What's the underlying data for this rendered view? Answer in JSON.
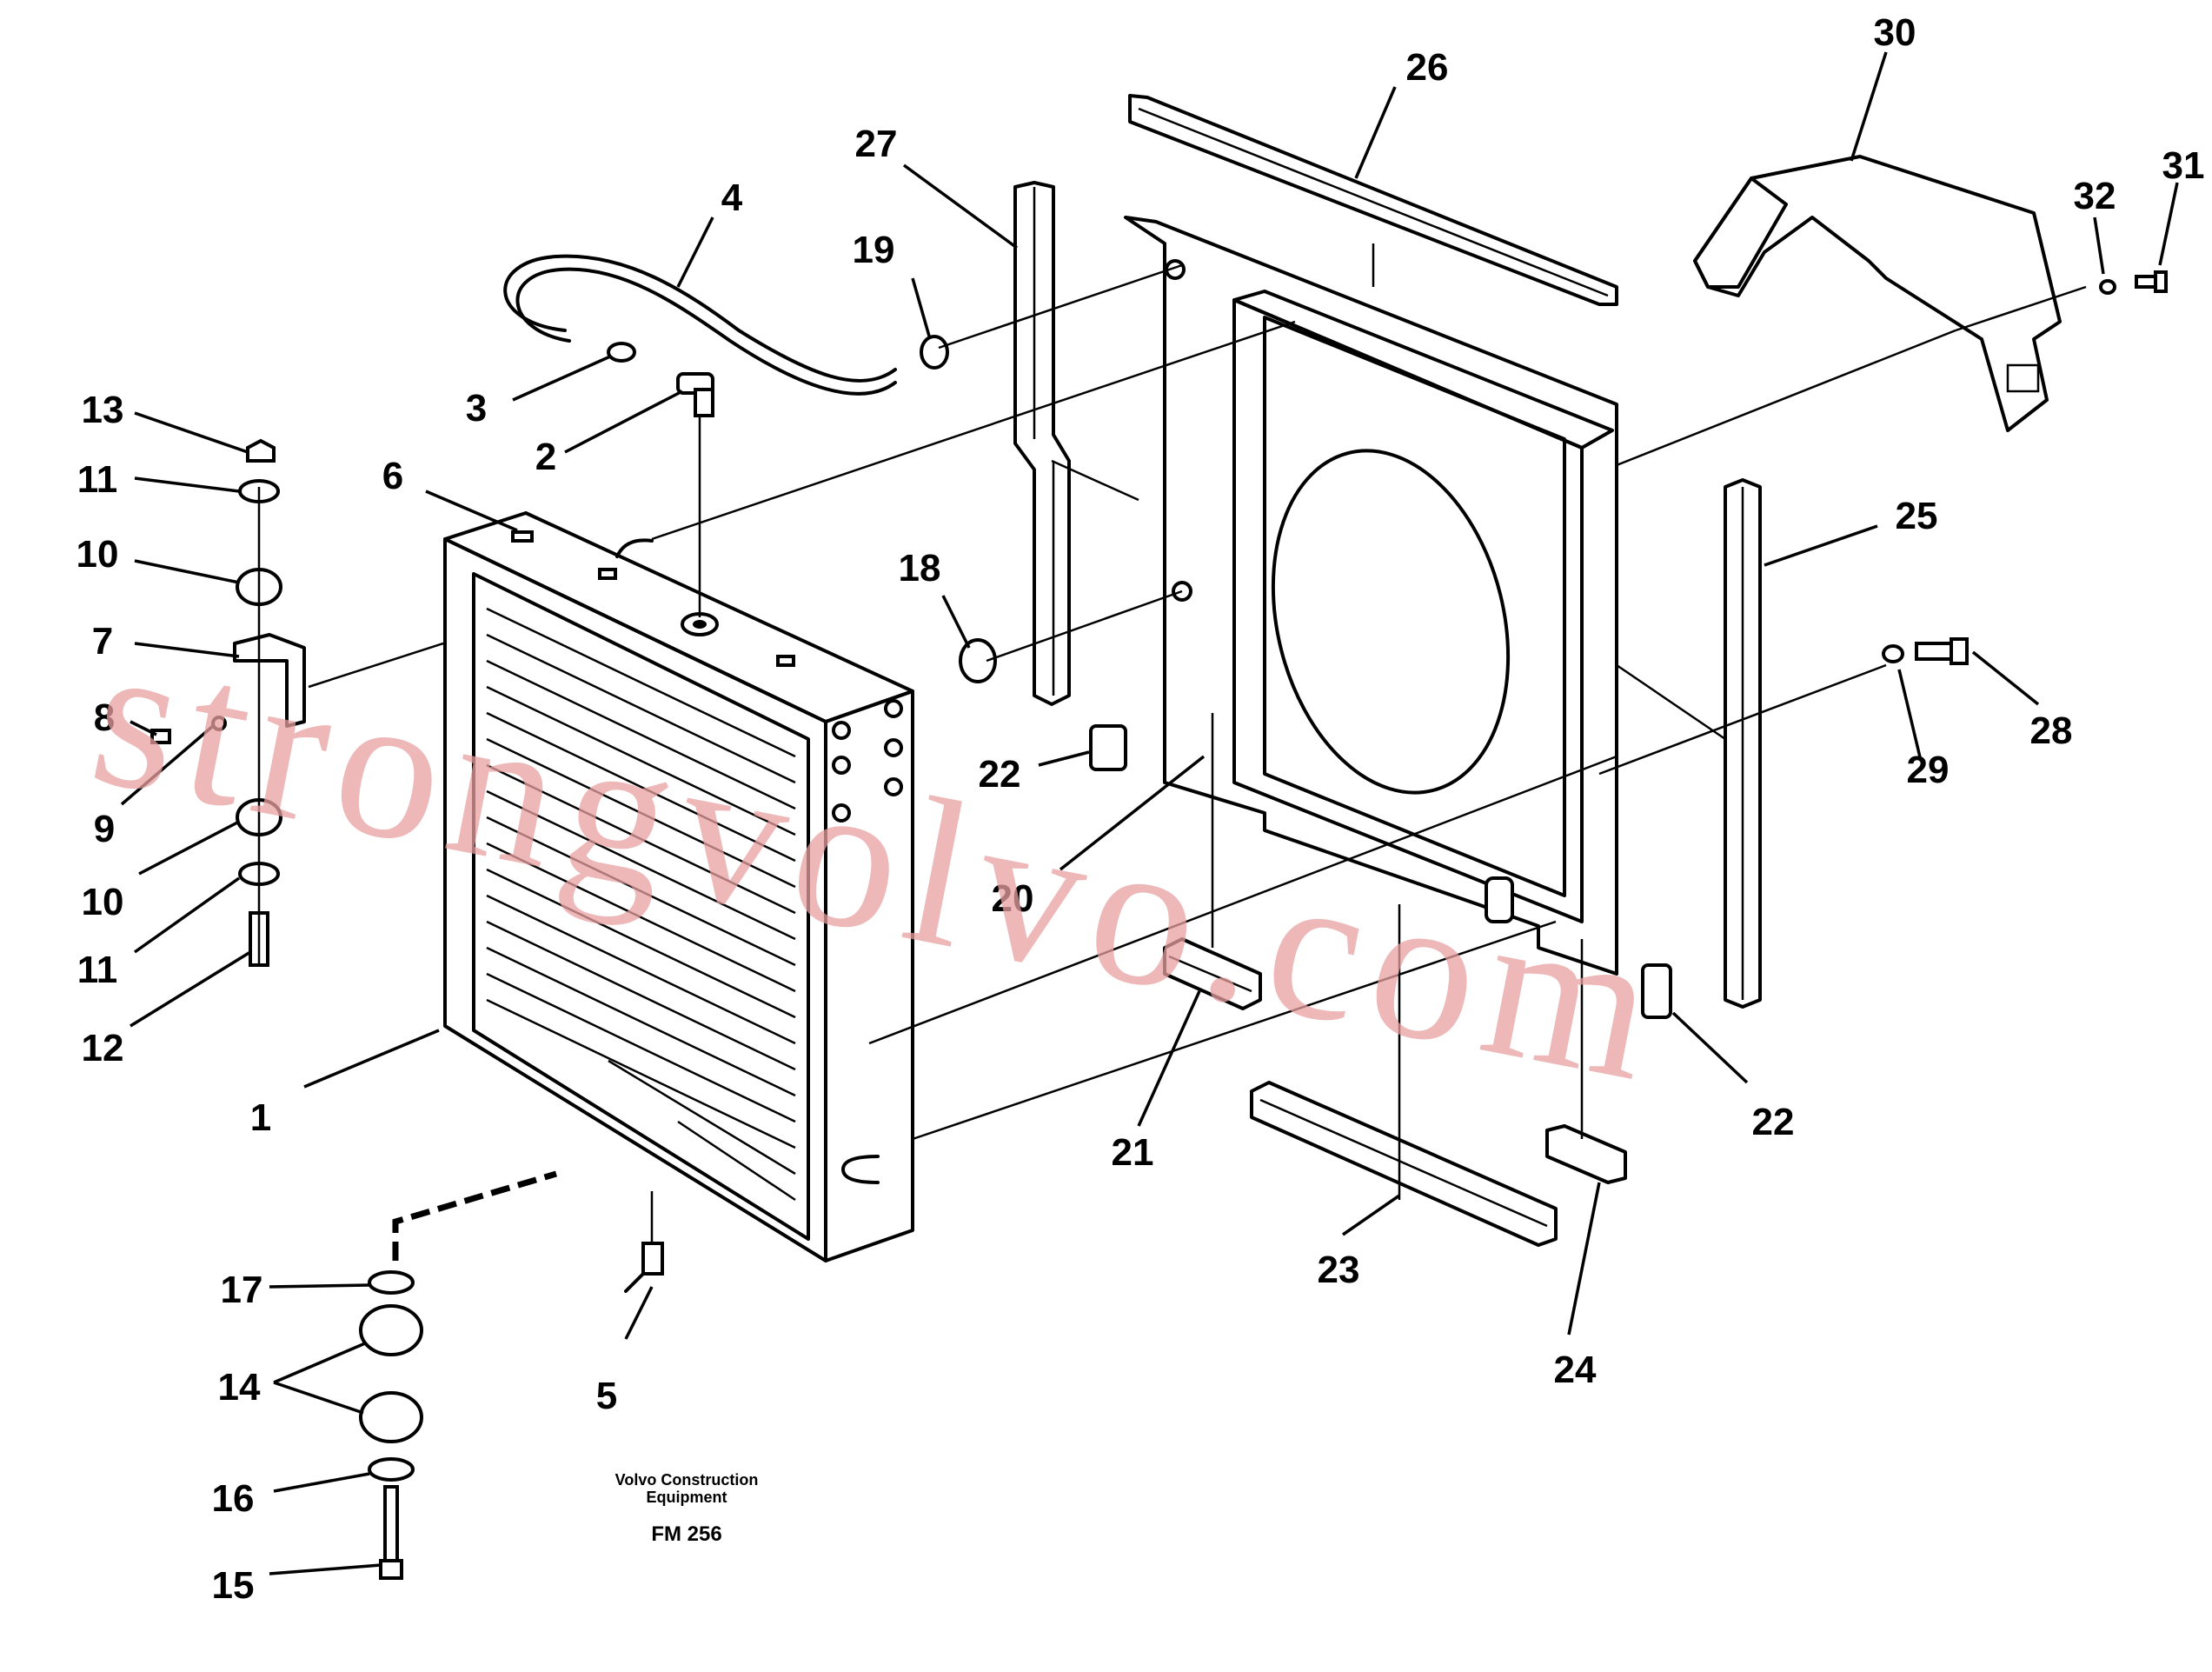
{
  "callouts": [
    "1",
    "2",
    "3",
    "4",
    "5",
    "6",
    "7",
    "8",
    "9",
    "10",
    "10",
    "11",
    "11",
    "12",
    "13",
    "14",
    "15",
    "16",
    "17",
    "18",
    "19",
    "20",
    "21",
    "22",
    "22",
    "23",
    "24",
    "25",
    "26",
    "27",
    "28",
    "29",
    "30",
    "31",
    "32"
  ],
  "caption": {
    "line1": "Volvo Construction",
    "line2": "Equipment",
    "code": "FM 256"
  },
  "watermark": "strongvolvo.com"
}
